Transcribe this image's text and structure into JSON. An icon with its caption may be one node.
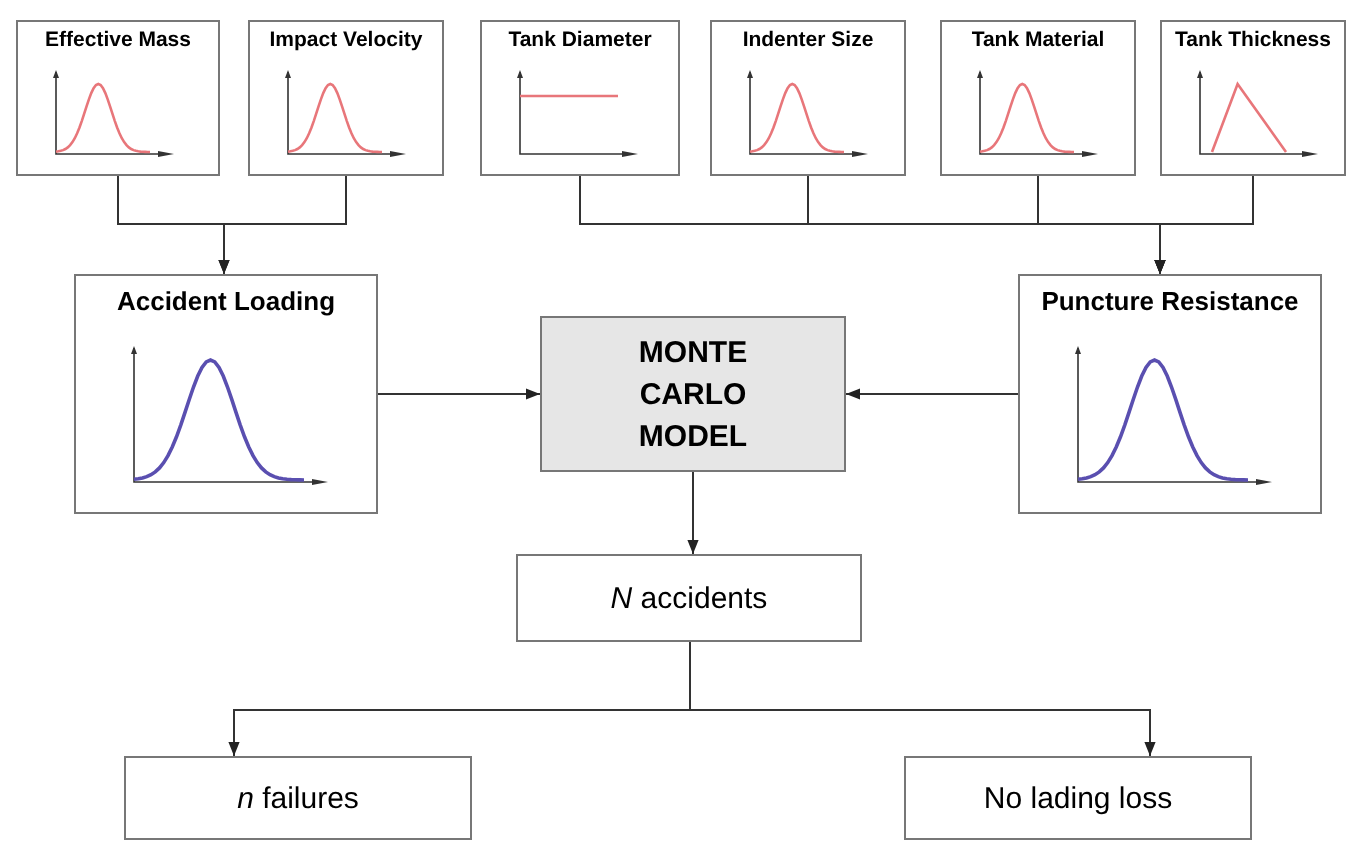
{
  "diagram": {
    "nodes": [
      {
        "text": [
          "Effective Mass"
        ]
      },
      {
        "text": [
          "Impact Velocity"
        ]
      },
      {
        "text": [
          "Tank Diameter"
        ]
      },
      {
        "text": [
          "Indenter Size"
        ]
      },
      {
        "text": [
          "Tank Material"
        ]
      },
      {
        "text": [
          "Tank Thickness"
        ]
      },
      {
        "text": [
          "Accident Loading"
        ]
      },
      {
        "text": [
          "MONTE CARLO MODEL"
        ]
      },
      {
        "text": [
          "Puncture Resistance"
        ]
      },
      {
        "text": [
          "*N* accidents"
        ]
      },
      {
        "text": [
          "*n* failures"
        ]
      },
      {
        "text": [
          "No lading loss"
        ]
      }
    ],
    "edges": [
      {
        "from": 0,
        "to": 6,
        "arrow": "to"
      },
      {
        "from": 1,
        "to": 6,
        "arrow": "to"
      },
      {
        "from": 2,
        "to": 8,
        "arrow": "to"
      },
      {
        "from": 3,
        "to": 8,
        "arrow": "to"
      },
      {
        "from": 4,
        "to": 8,
        "arrow": "to"
      },
      {
        "from": 5,
        "to": 8,
        "arrow": "to"
      },
      {
        "from": 6,
        "to": 7,
        "arrow": "to"
      },
      {
        "from": 8,
        "to": 7,
        "arrow": "to"
      },
      {
        "from": 7,
        "to": 9,
        "arrow": "to"
      },
      {
        "from": 9,
        "to": 10,
        "arrow": "to"
      },
      {
        "from": 9,
        "to": 11,
        "arrow": "to"
      }
    ]
  }
}
